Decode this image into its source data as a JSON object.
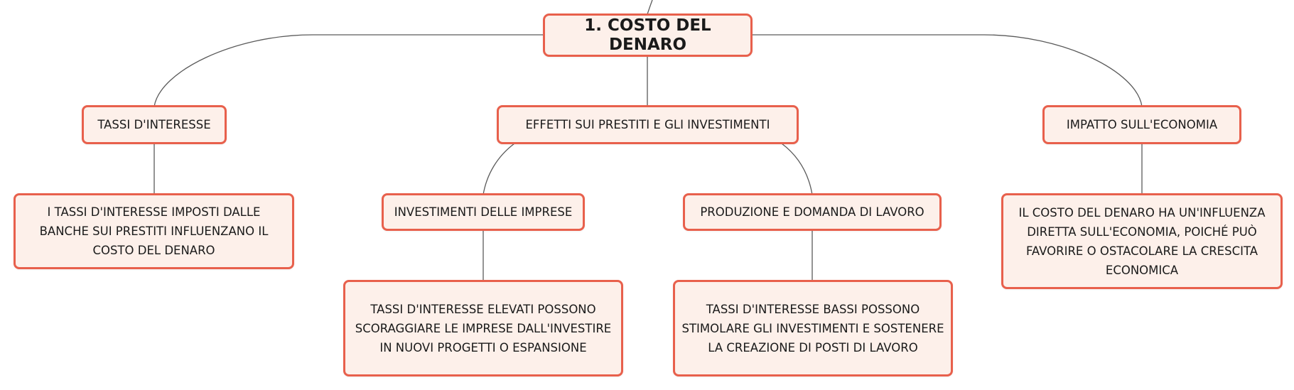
{
  "colors": {
    "node_border": "#e8604c",
    "node_fill": "#fdf0ea",
    "connector": "#5a5a5a",
    "text": "#1a1a1a"
  },
  "nodes": {
    "root": "1. COSTO DEL DENARO",
    "tassi": "TASSI D'INTERESSE",
    "effetti": "EFFETTI SUI PRESTITI E GLI INVESTIMENTI",
    "impatto": "IMPATTO SULL'ECONOMIA",
    "tassi_desc": "I TASSI D'INTERESSE IMPOSTI DALLE BANCHE SUI PRESTITI INFLUENZANO IL COSTO DEL DENARO",
    "investimenti": "INVESTIMENTI DELLE IMPRESE",
    "produzione": "PRODUZIONE E DOMANDA DI LAVORO",
    "impatto_desc": "IL COSTO DEL DENARO HA UN'INFLUENZA DIRETTA SULL'ECONOMIA, POICHÉ PUÒ FAVORIRE O OSTACOLARE LA CRESCITA ECONOMICA",
    "investimenti_desc": "TASSI D'INTERESSE ELEVATI POSSONO SCORAGGIARE LE IMPRESE DALL'INVESTIRE IN NUOVI PROGETTI O ESPANSIONE",
    "produzione_desc": "TASSI D'INTERESSE BASSI POSSONO STIMOLARE GLI INVESTIMENTI E SOSTENERE LA CREAZIONE DI POSTI DI LAVORO"
  }
}
